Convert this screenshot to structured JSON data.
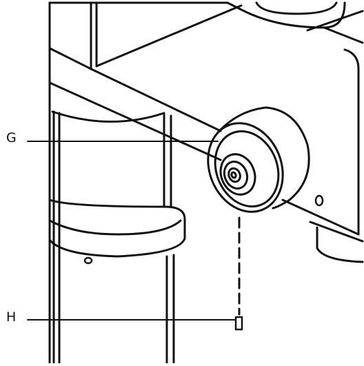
{
  "callouts": [
    {
      "id": "G",
      "label": "G",
      "target": "knob"
    },
    {
      "id": "H",
      "label": "H",
      "target": "pin"
    }
  ],
  "colors": {
    "ink": "#111111",
    "paper": "#ffffff"
  }
}
